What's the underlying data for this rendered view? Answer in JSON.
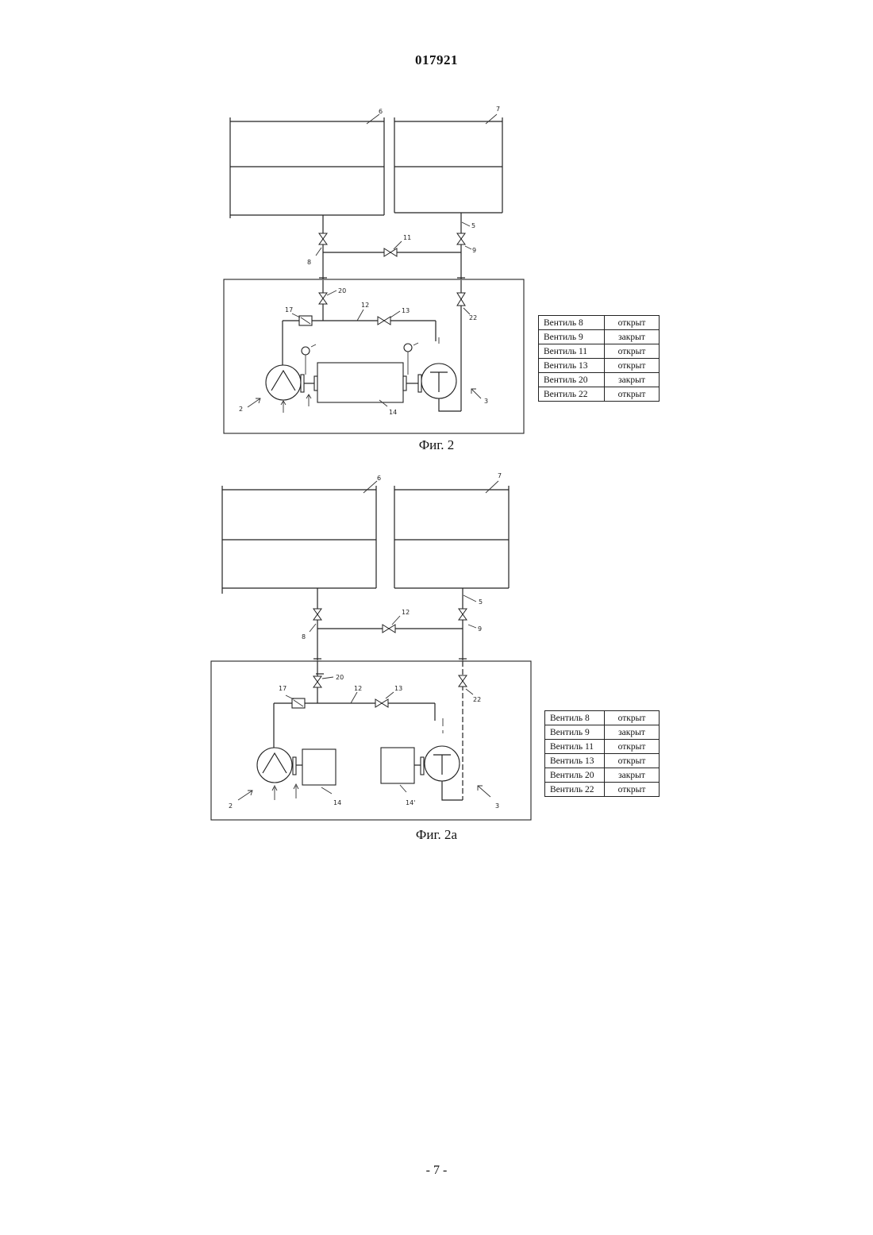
{
  "document": {
    "number": "017921",
    "page": "- 7 -"
  },
  "figures": [
    {
      "caption": "Фиг. 2",
      "labels": {
        "tank_left": "6",
        "tank_right": "7",
        "pipe": "5",
        "valve_left": "8",
        "valve_right": "9",
        "valve_bridge": "11",
        "valve_top": "20",
        "line": "12",
        "valve_line": "13",
        "filter": "17",
        "valve_side": "22",
        "unit_left": "2",
        "unit_right": "3",
        "motor": "14"
      },
      "valves": [
        {
          "name": "Вентиль 8",
          "state": "открыт"
        },
        {
          "name": "Вентиль 9",
          "state": "закрыт"
        },
        {
          "name": "Вентиль 11",
          "state": "открыт"
        },
        {
          "name": "Вентиль 13",
          "state": "открыт"
        },
        {
          "name": "Вентиль 20",
          "state": "закрыт"
        },
        {
          "name": "Вентиль 22",
          "state": "открыт"
        }
      ]
    },
    {
      "caption": "Фиг. 2а",
      "labels": {
        "tank_left": "6",
        "tank_right": "7",
        "pipe": "5",
        "valve_left": "8",
        "valve_right": "9",
        "valve_bridge": "12",
        "valve_top": "20",
        "line": "12",
        "valve_line": "13",
        "filter": "17",
        "valve_side": "22",
        "unit_left": "2",
        "unit_right": "3",
        "motor_left": "14",
        "motor_right": "14'"
      },
      "valves": [
        {
          "name": "Вентиль 8",
          "state": "открыт"
        },
        {
          "name": "Вентиль 9",
          "state": "закрыт"
        },
        {
          "name": "Вентиль 11",
          "state": "открыт"
        },
        {
          "name": "Вентиль 13",
          "state": "открыт"
        },
        {
          "name": "Вентиль 20",
          "state": "закрыт"
        },
        {
          "name": "Вентиль 22",
          "state": "открыт"
        }
      ]
    }
  ]
}
